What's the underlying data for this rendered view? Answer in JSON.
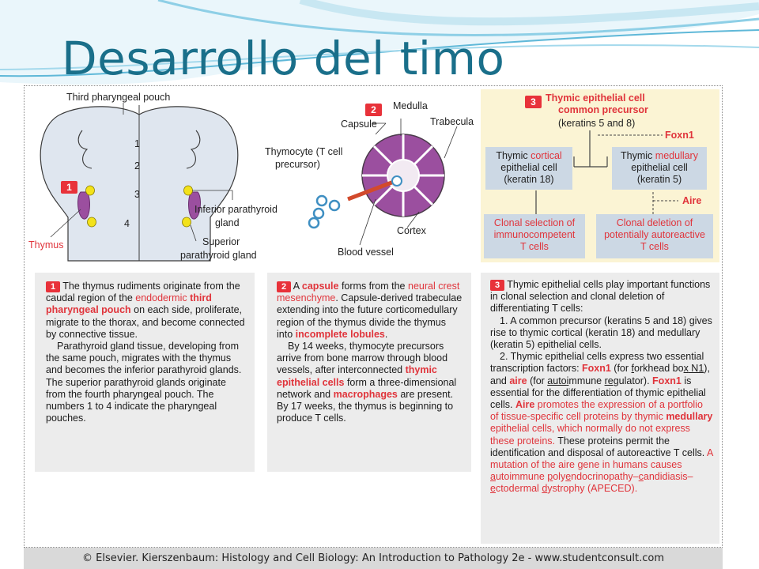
{
  "slide": {
    "title": "Desarrollo del timo"
  },
  "credit": "© Elsevier. Kierszenbaum: Histology and Cell Biology: An Introduction to Pathology 2e - www.studentconsult.com",
  "fig1": {
    "badge": "1",
    "top_label": "Third pharyngeal pouch",
    "pouch_numbers": [
      "1",
      "2",
      "3",
      "4"
    ],
    "thymus_label": "Thymus",
    "inferior_l1": "Inferior parathyroid",
    "inferior_l2": "gland",
    "superior_l1": "Superior",
    "superior_l2": "parathyroid gland"
  },
  "fig2": {
    "badge": "2",
    "medulla": "Medulla",
    "capsule": "Capsule",
    "trabecula": "Trabecula",
    "thymocyte_l1": "Thymocyte (T cell",
    "thymocyte_l2": "precursor)",
    "cortex": "Cortex",
    "blood_vessel": "Blood vessel"
  },
  "fig3": {
    "badge": "3",
    "title_l1": "Thymic epithelial cell",
    "title_l2": "common precursor",
    "keratins": "(keratins 5 and 8)",
    "foxn1": "Foxn1",
    "aire": "Aire",
    "cortical": {
      "a": "Thymic ",
      "b": "cortical",
      "l2": "epithelial cell",
      "l3": "(keratin 18)"
    },
    "medullary": {
      "a": "Thymic ",
      "b": "medullary",
      "l2": "epithelial cell",
      "l3": "(keratin 5)"
    },
    "selection": [
      "Clonal selection of",
      "immunocompetent",
      "T cells"
    ],
    "deletion": [
      "Clonal deletion of",
      "potentially autoreactive",
      "T cells"
    ]
  },
  "text1": {
    "badge": "1",
    "p1a": " The thymus rudiments originate from the caudal region of the ",
    "p1b": "endodermic",
    "p1c": " ",
    "p1d": "third pharyngeal pouch",
    "p1e": " on each side, proliferate, migrate to the thorax, and become connected by connective tissue.",
    "p2": "Parathyroid gland tissue, developing from the same pouch, migrates with the thymus and becomes the inferior parathyroid glands. The superior parathyroid glands originate from the fourth pharyngeal pouch. The numbers 1 to 4 indicate the pharyngeal pouches."
  },
  "text2": {
    "badge": "2",
    "a": " A ",
    "b": "capsule",
    "c": " forms from the ",
    "d": "neural crest mesenchyme",
    "e": ". Capsule-derived trabeculae extending into the future corticomedullary region of the thymus divide the thymus into ",
    "f": "incomplete lobules",
    "g": ".",
    "p2a": "By 14 weeks, thymocyte precursors arrive from bone marrow through blood vessels, after interconnected ",
    "p2b": "thymic epithelial cells",
    "p2c": " form a three-dimensional network and ",
    "p2d": "macrophages",
    "p2e": " are present. By 17 weeks, the thymus is beginning to produce T cells."
  },
  "text3": {
    "badge": "3",
    "intro": " Thymic epithelial cells play important functions in clonal selection and clonal deletion of differentiating T cells:",
    "item1": "1. A common precursor (keratins 5 and 18) gives rise to thymic cortical (keratin 18) and medullary (keratin 5) epithelial cells.",
    "item2a": "2. Thymic epithelial cells express two essential transcription factors: ",
    "foxn1": "Foxn1",
    "item2b": " (for ",
    "fork_f": "f",
    "fork_rest": "orkhead bo",
    "fork_x": "x",
    "fork_n1": " N1",
    "item2c": "), and ",
    "aire": "aire",
    "item2d": " (for ",
    "auto_1": "auto",
    "auto_2": "i",
    "auto_3": "mmune ",
    "reg_1": "re",
    "reg_2": "gulator). ",
    "foxn1b": "Foxn1",
    "item2e": " is essential for the differentiation of thymic epithelial cells. ",
    "aire2": "Aire",
    "red1": " promotes the expression of a portfolio of tissue-specific cell proteins by thymic ",
    "medullary": "medullary",
    "red2": " epithelial cells, which normally do not express these proteins.",
    "plain": " These proteins permit the identification and disposal of autoreactive T cells. ",
    "red3": "A mutation of the aire gene in humans causes ",
    "ap_a": "a",
    "ap_b": "utoimmune ",
    "ap_c": "p",
    "ap_d": "oly",
    "ap_e": "e",
    "ap_f": "ndocrinopathy–",
    "ap_g": "c",
    "ap_h": "andidiasis–",
    "ap_i": "e",
    "ap_j": "ctodermal ",
    "ap_k": "d",
    "ap_l": "ystrophy (APECED)."
  }
}
